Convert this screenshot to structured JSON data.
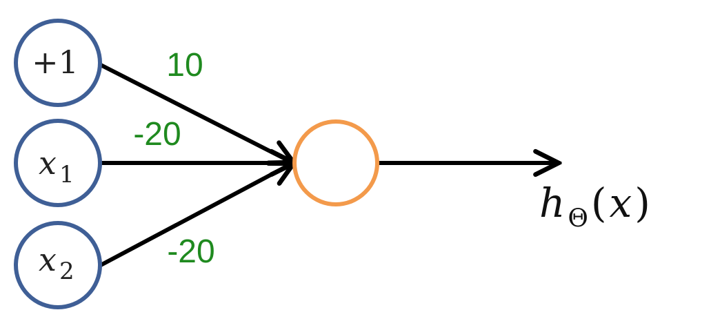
{
  "colors": {
    "input_node_stroke": "#3f5f96",
    "output_node_stroke": "#f39a4b",
    "edge": "#000000",
    "weight_text": "#1f8a1f"
  },
  "inputs": [
    {
      "label": "+1",
      "sub": ""
    },
    {
      "label": "x",
      "sub": "1"
    },
    {
      "label": "x",
      "sub": "2"
    }
  ],
  "weights": [
    "10",
    "-20",
    "-20"
  ],
  "output": {
    "symbol": "h",
    "sub": "Θ",
    "open": "(",
    "arg": "x",
    "close": ")"
  }
}
